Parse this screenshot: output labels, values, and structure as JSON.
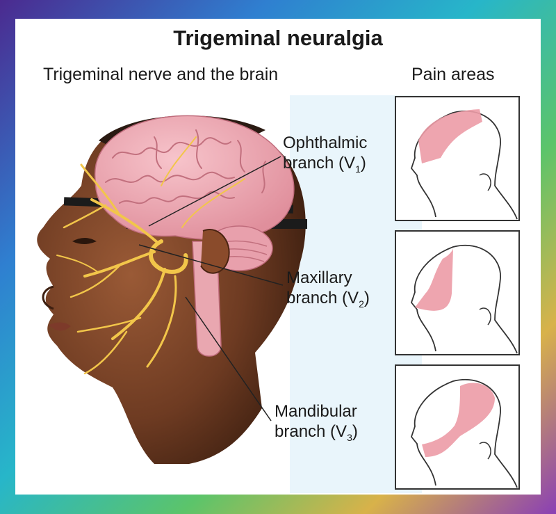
{
  "title": "Trigeminal neuralgia",
  "subtitle_left": "Trigeminal nerve and the brain",
  "subtitle_right": "Pain areas",
  "branches": [
    {
      "line1": "Ophthalmic",
      "line2": "branch (V",
      "sub": "1",
      "close": ")"
    },
    {
      "line1": "Maxillary",
      "line2": "branch (V",
      "sub": "2",
      "close": ")"
    },
    {
      "line1": "Mandibular",
      "line2": "branch (V",
      "sub": "3",
      "close": ")"
    }
  ],
  "colors": {
    "skin": "#6e3b22",
    "brain": "#f1a9b3",
    "nerve": "#f2c64a",
    "pain": "#ec9ba6",
    "panel_bg": "#e9f5fb"
  }
}
